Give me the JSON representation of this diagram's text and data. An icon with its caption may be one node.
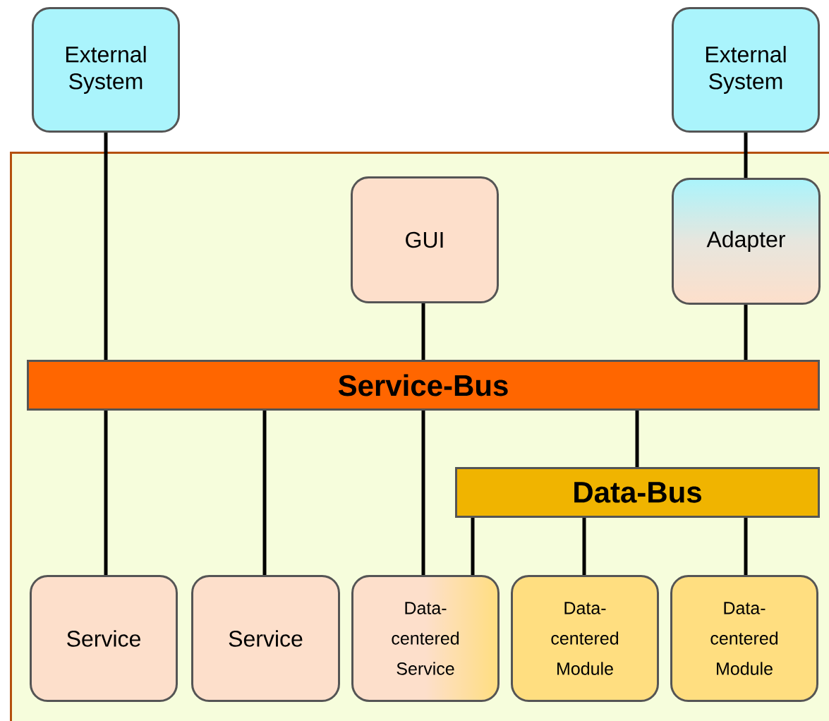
{
  "diagram": {
    "nodes": [
      {
        "text": [
          "External System"
        ]
      },
      {
        "text": [
          "External System"
        ]
      },
      {
        "text": [],
        "shape": "box"
      },
      {
        "text": [
          "GUI"
        ],
        "in": 2
      },
      {
        "text": [
          "Adapter"
        ],
        "in": 2
      },
      {
        "text": [
          "Service-Bus"
        ],
        "in": 2
      },
      {
        "text": [
          "Data-Bus"
        ],
        "in": 2
      },
      {
        "text": [
          "Service"
        ],
        "in": 2
      },
      {
        "text": [
          "Service"
        ],
        "in": 2
      },
      {
        "text": [
          "Data-centered Service"
        ],
        "in": 2
      },
      {
        "text": [
          "Data-centered Module"
        ],
        "in": 2
      },
      {
        "text": [
          "Data-centered Module"
        ],
        "in": 2
      }
    ],
    "edges": [
      {
        "from": 0,
        "to": 5,
        "arrow": "none"
      },
      {
        "from": 1,
        "to": 4,
        "arrow": "none"
      },
      {
        "from": 3,
        "to": 5,
        "arrow": "none"
      },
      {
        "from": 4,
        "to": 5,
        "arrow": "none"
      },
      {
        "from": 5,
        "to": 7,
        "arrow": "none"
      },
      {
        "from": 5,
        "to": 8,
        "arrow": "none"
      },
      {
        "from": 5,
        "to": 9,
        "arrow": "none"
      },
      {
        "from": 5,
        "to": 6,
        "arrow": "none"
      },
      {
        "from": 6,
        "to": 9,
        "arrow": "none"
      },
      {
        "from": 6,
        "to": 10,
        "arrow": "none"
      },
      {
        "from": 6,
        "to": 11,
        "arrow": "none"
      }
    ]
  }
}
